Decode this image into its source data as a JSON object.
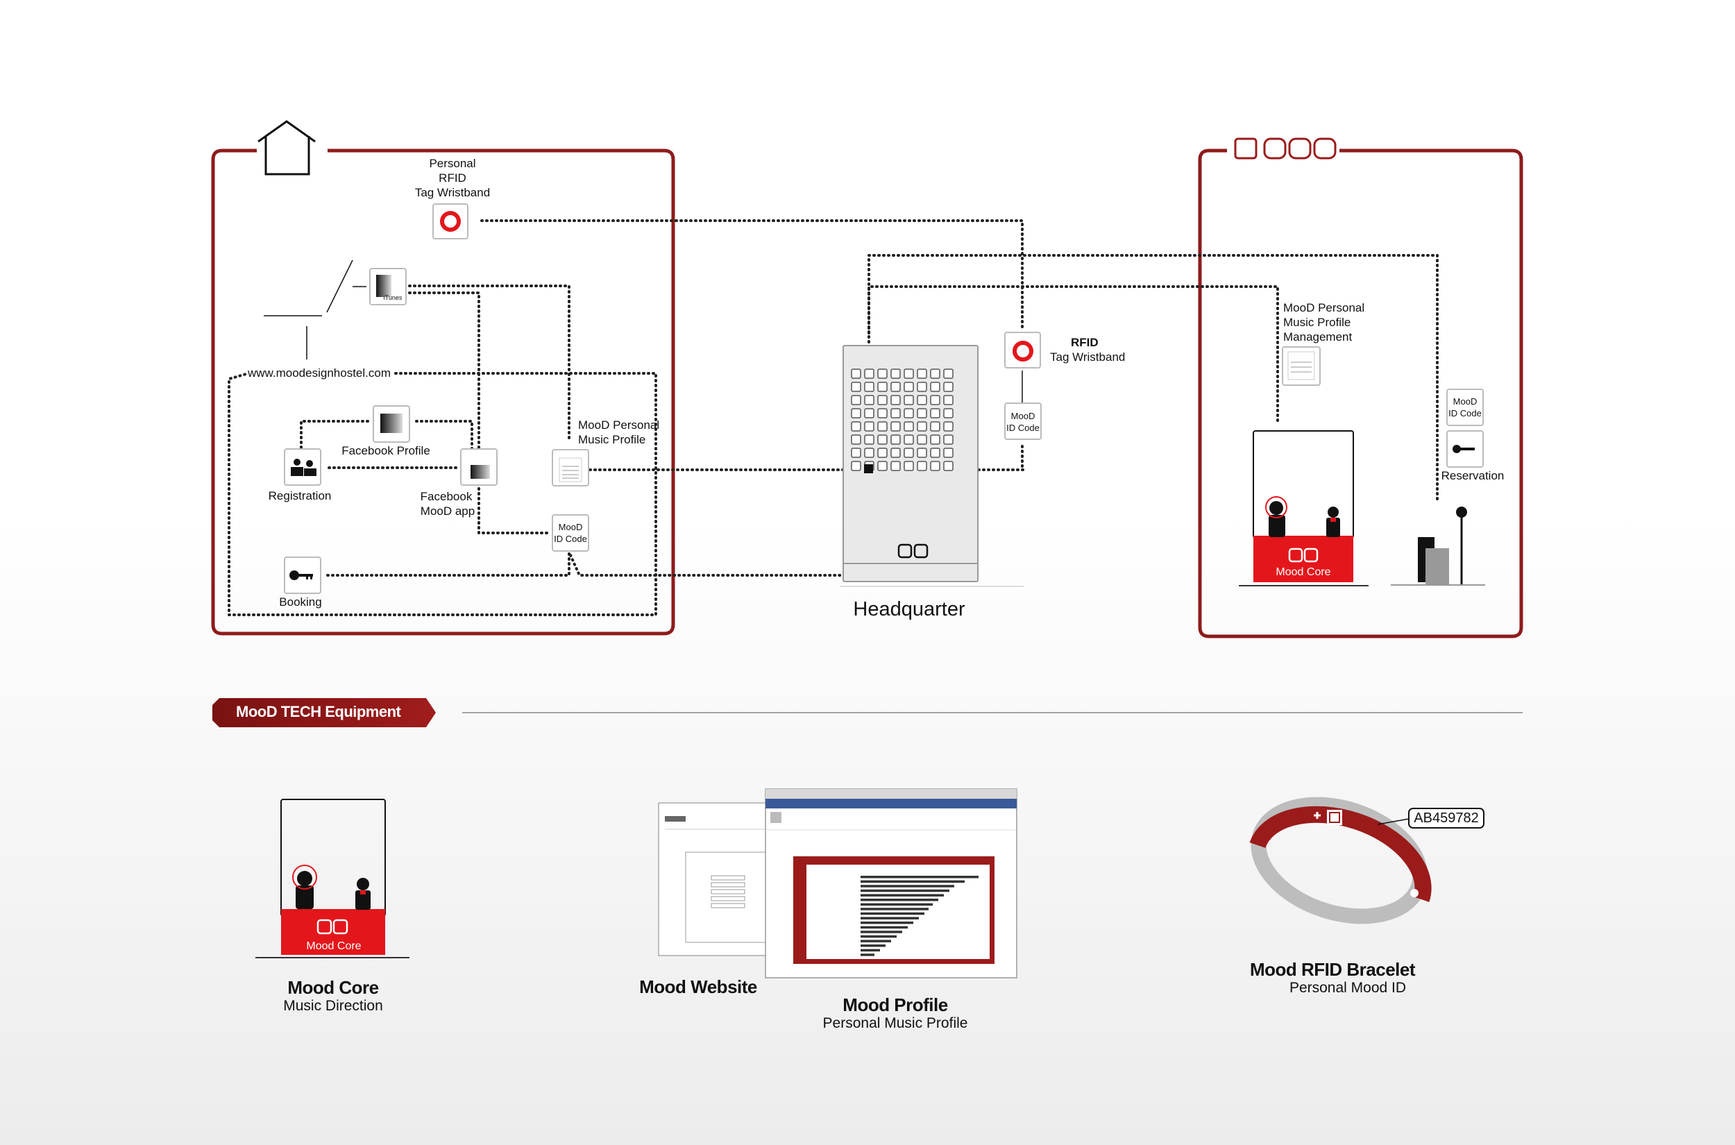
{
  "colors": {
    "accent": "#8b1a1a",
    "red": "#e3161b",
    "frame": "#8e1b1b",
    "dots": "#222222"
  },
  "left_box": {
    "wristband_label": [
      "Personal",
      "RFID",
      "Tag Wristband"
    ],
    "itunes_label": "iTunes",
    "website": "www.moodesignhostel.com",
    "facebook_profile": "Facebook Profile",
    "registration": "Registration",
    "facebook_app": [
      "Facebook",
      "MooD app"
    ],
    "music_profile": [
      "MooD Personal",
      "Music Profile"
    ],
    "id_code": [
      "MooD",
      "ID Code"
    ],
    "booking": "Booking"
  },
  "center": {
    "rfid_label": [
      "RFID",
      "Tag Wristband"
    ],
    "id_code": [
      "MooD",
      "ID Code"
    ],
    "hq_label": "Headquarter"
  },
  "right_box": {
    "logo": "MOOD",
    "profile_mgmt": [
      "MooD Personal",
      "Music Profile",
      "Management"
    ],
    "id_code": [
      "MooD",
      "ID Code"
    ],
    "reservation": "Reservation",
    "core_label": "Mood Core"
  },
  "equipment": {
    "badge": "MooD TECH Equipment",
    "core": {
      "title": "Mood Core",
      "subtitle": "Music Direction",
      "desk_label": "Mood Core"
    },
    "website": {
      "title": "Mood Website"
    },
    "profile": {
      "title": "Mood Profile",
      "subtitle": "Personal Music Profile"
    },
    "bracelet": {
      "title": "Mood RFID Bracelet",
      "subtitle": "Personal Mood ID",
      "tag": "AB459782"
    }
  },
  "icons": [
    "house-icon",
    "rfid-wristband-icon",
    "itunes-icon",
    "facebook-icon",
    "people-icon",
    "document-icon",
    "key-icon",
    "person-headphones-icon",
    "person-icon",
    "mood-logo-icon",
    "bracelet-icon"
  ]
}
